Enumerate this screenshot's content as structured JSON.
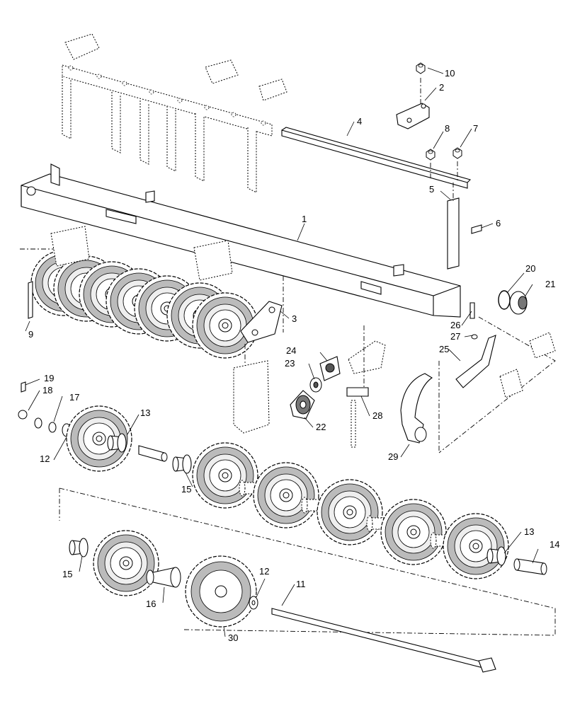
{
  "diagram": {
    "type": "exploded-parts-view",
    "callouts": [
      {
        "id": "1",
        "label": "1"
      },
      {
        "id": "2",
        "label": "2"
      },
      {
        "id": "3",
        "label": "3"
      },
      {
        "id": "4",
        "label": "4"
      },
      {
        "id": "5",
        "label": "5"
      },
      {
        "id": "6",
        "label": "6"
      },
      {
        "id": "7",
        "label": "7"
      },
      {
        "id": "8",
        "label": "8"
      },
      {
        "id": "9",
        "label": "9"
      },
      {
        "id": "10",
        "label": "10"
      },
      {
        "id": "11",
        "label": "11"
      },
      {
        "id": "12a",
        "label": "12"
      },
      {
        "id": "12b",
        "label": "12"
      },
      {
        "id": "13a",
        "label": "13"
      },
      {
        "id": "13b",
        "label": "13"
      },
      {
        "id": "14",
        "label": "14"
      },
      {
        "id": "15a",
        "label": "15"
      },
      {
        "id": "15b",
        "label": "15"
      },
      {
        "id": "16",
        "label": "16"
      },
      {
        "id": "17",
        "label": "17"
      },
      {
        "id": "18",
        "label": "18"
      },
      {
        "id": "19",
        "label": "19"
      },
      {
        "id": "20",
        "label": "20"
      },
      {
        "id": "21",
        "label": "21"
      },
      {
        "id": "22",
        "label": "22"
      },
      {
        "id": "23",
        "label": "23"
      },
      {
        "id": "24",
        "label": "24"
      },
      {
        "id": "25",
        "label": "25"
      },
      {
        "id": "26",
        "label": "26"
      },
      {
        "id": "27",
        "label": "27"
      },
      {
        "id": "28",
        "label": "28"
      },
      {
        "id": "29",
        "label": "29"
      },
      {
        "id": "30",
        "label": "30"
      }
    ]
  }
}
